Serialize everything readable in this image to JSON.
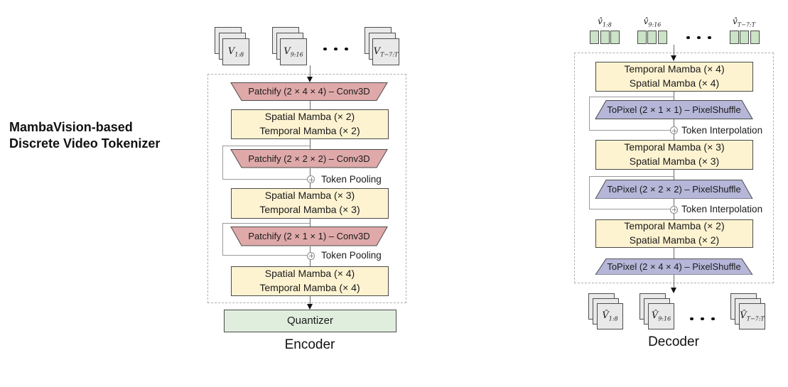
{
  "title": {
    "line1": "MambaVision-based",
    "line2": "Discrete Video Tokenizer"
  },
  "encoder": {
    "caption": "Encoder",
    "inputs": [
      {
        "base": "V",
        "sub": "1:8"
      },
      {
        "base": "V",
        "sub": "9:16"
      },
      {
        "base": "V",
        "sub": "T−7:T"
      }
    ],
    "patchify1": "Patchify (2 × 4 × 4) – Conv3D",
    "mamba1": {
      "line1": "Spatial Mamba (× 2)",
      "line2": "Temporal Mamba (× 2)"
    },
    "patchify2": "Patchify (2 × 2 × 2) – Conv3D",
    "pooling1": "Token Pooling",
    "mamba2": {
      "line1": "Spatial Mamba (× 3)",
      "line2": "Temporal Mamba (× 3)"
    },
    "patchify3": "Patchify (2 × 1 × 1) – Conv3D",
    "pooling2": "Token Pooling",
    "mamba3": {
      "line1": "Spatial Mamba (× 4)",
      "line2": "Temporal Mamba (× 4)"
    },
    "quantizer": "Quantizer"
  },
  "decoder": {
    "caption": "Decoder",
    "inputs": [
      {
        "base": "v̂",
        "sub": "1:8"
      },
      {
        "base": "v̂",
        "sub": "9:16"
      },
      {
        "base": "v̂",
        "sub": "T−7:T"
      }
    ],
    "mamba1": {
      "line1": "Temporal Mamba (× 4)",
      "line2": "Spatial Mamba (× 4)"
    },
    "topixel1": "ToPixel (2 × 1 × 1) – PixelShuffle",
    "interp1": "Token Interpolation",
    "mamba2": {
      "line1": "Temporal Mamba (× 3)",
      "line2": "Spatial Mamba (× 3)"
    },
    "topixel2": "ToPixel (2 × 2 × 2) – PixelShuffle",
    "interp2": "Token Interpolation",
    "mamba3": {
      "line1": "Temporal Mamba (× 2)",
      "line2": "Spatial Mamba (× 2)"
    },
    "topixel3": "ToPixel (2 × 4 × 4) – PixelShuffle",
    "outputs": [
      {
        "base": "V̂",
        "sub": "1:8"
      },
      {
        "base": "V̂",
        "sub": "9:16"
      },
      {
        "base": "V̂",
        "sub": "T−7:T"
      }
    ]
  },
  "colors": {
    "patchify_fill": "#dfa9a9",
    "mamba_fill": "#fdf3d1",
    "topixel_fill": "#b6b6d9",
    "quantizer_fill": "#e0eede",
    "token_fill": "#cbe3c6",
    "frame_fill": "#e9e9e9",
    "border": "#4a4a4a",
    "dashed_border": "#b0b0b0"
  }
}
